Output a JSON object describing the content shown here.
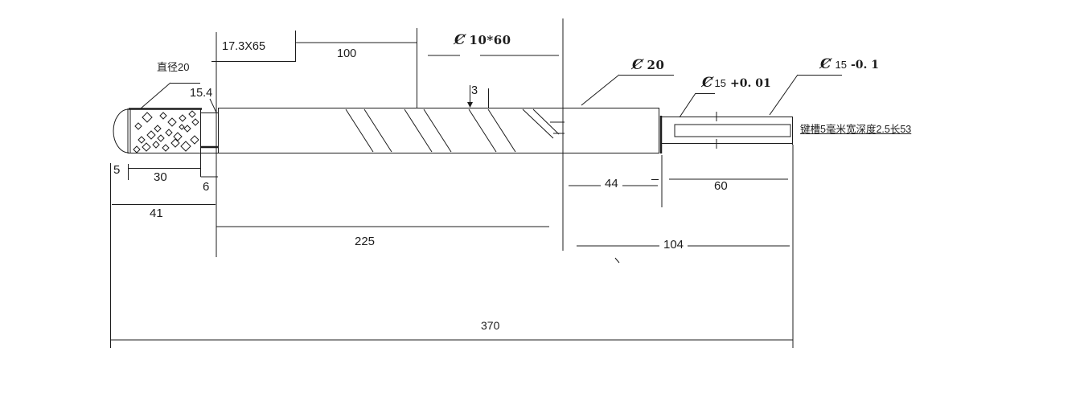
{
  "drawing": {
    "notes": {
      "diameter_cn": "直径20",
      "keyway": "键槽5毫米宽深度2.5长53"
    },
    "dims": {
      "neck_dia": "15.4",
      "thread_spec": "17.3X65",
      "d100": "100",
      "d3": "3",
      "d5": "5",
      "d30": "30",
      "d6": "6",
      "d41": "41",
      "d44": "44",
      "d60": "60",
      "d225": "225",
      "d104": "104",
      "d370": "370"
    },
    "dia_labels": {
      "d10x60": {
        "sym": "Ȼ",
        "text": "10*60"
      },
      "d20": {
        "sym": "Ȼ",
        "text": "20"
      },
      "d15p": {
        "sym": "Ȼ",
        "size": "15",
        "tol": "+0. 01"
      },
      "d15m": {
        "sym": "Ȼ",
        "size": "15",
        "tol": "-0. 1"
      }
    },
    "colors": {
      "ink": "#1c1c1c",
      "paper": "#ffffff"
    }
  }
}
